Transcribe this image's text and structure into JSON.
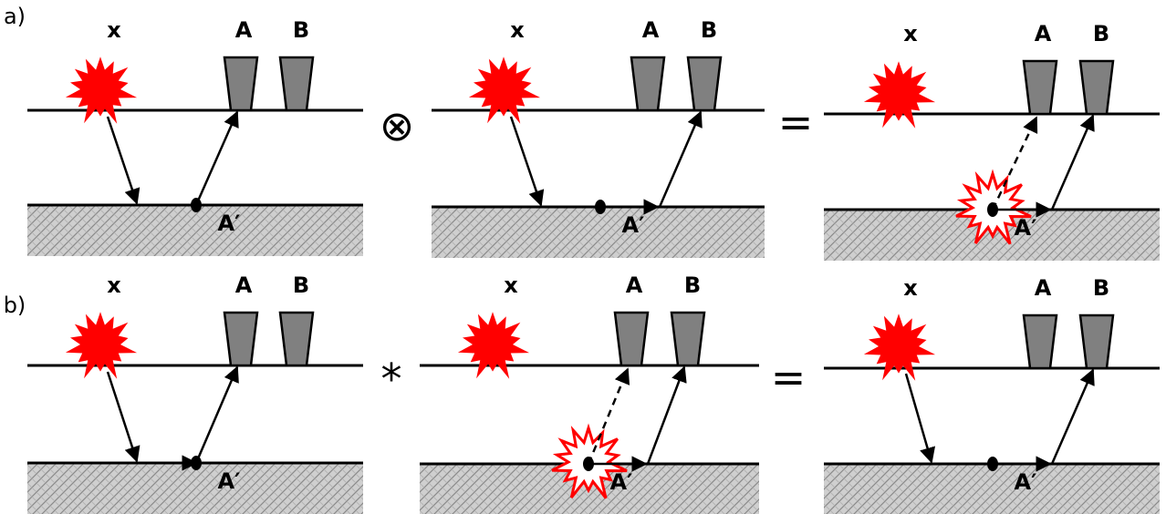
{
  "row_labels": [
    "a)",
    "b)"
  ],
  "labels": {
    "source": "x",
    "receiver_a": "A",
    "receiver_b": "B",
    "reflection_point": "A′"
  },
  "operators": {
    "a": "⊗",
    "b": "*",
    "equals": "="
  },
  "colors": {
    "source": "#ff0000",
    "receiver": "#808080",
    "ground": "#c8c8c8",
    "line": "#000000"
  }
}
